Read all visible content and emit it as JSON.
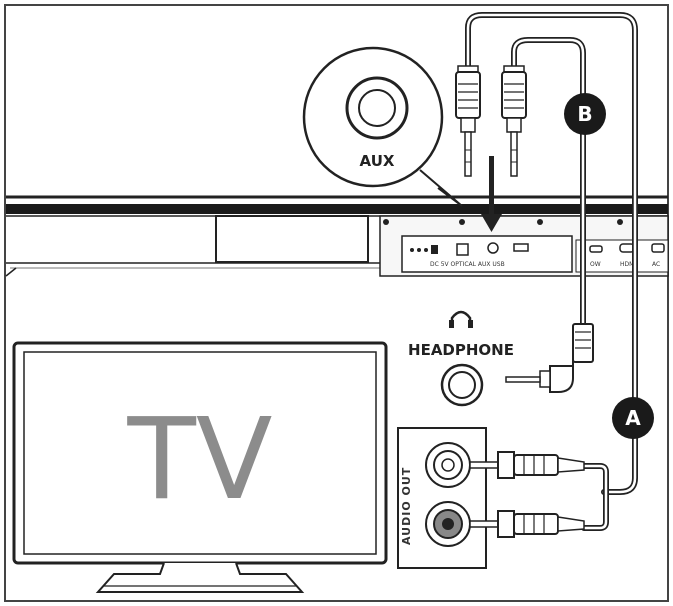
{
  "labels": {
    "aux": "AUX",
    "headphone": "HEADPHONE",
    "tv": "TV",
    "audio_out": "AUDIO OUT",
    "cable_a": "A",
    "cable_b": "B",
    "panel_text": "DC 5V   OPTICAL   AUX   USB",
    "right_port_1": "OW",
    "right_port_2": "HDMI",
    "right_port_3": "AC"
  },
  "icons": {
    "headphone": "headphone-icon",
    "arrow": "arrow-down-icon"
  },
  "colors": {
    "line": "#222222",
    "badge": "#1a1a1a",
    "tv_text": "#8c8c8c",
    "background": "#ffffff"
  }
}
